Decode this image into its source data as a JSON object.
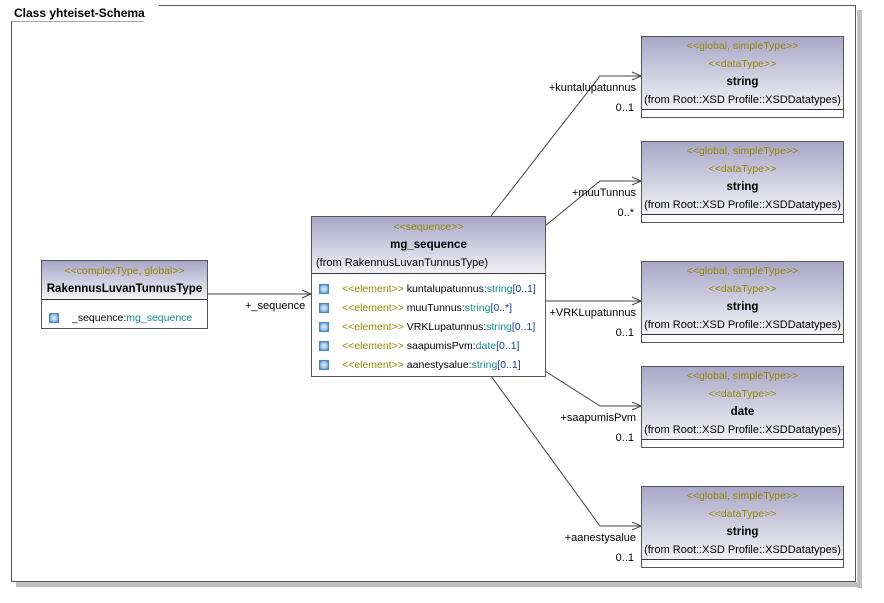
{
  "diagram": {
    "title": "Class yhteiset-Schema"
  },
  "complex_type": {
    "stereotype": "<<complexType, global>>",
    "name": "RakennusLuvanTunnusType",
    "attribute": {
      "name": "_sequence:",
      "type": "mg_sequence"
    }
  },
  "sequence": {
    "stereotype": "<<sequence>>",
    "name": "mg_sequence",
    "from": "(from RakennusLuvanTunnusType)",
    "elements": [
      {
        "kw": "<<element>>",
        "name": " kuntalupatunnus:",
        "type": "string",
        "mult": "[0..1]"
      },
      {
        "kw": "<<element>>",
        "name": " muuTunnus:",
        "type": "string",
        "mult": "[0..*]"
      },
      {
        "kw": "<<element>>",
        "name": " VRKLupatunnus:",
        "type": "string",
        "mult": "[0..1]"
      },
      {
        "kw": "<<element>>",
        "name": " saapumisPvm:",
        "type": "date",
        "mult": "[0..1]"
      },
      {
        "kw": "<<element>>",
        "name": " aanestysalue:",
        "type": "string",
        "mult": "[0..1]"
      }
    ]
  },
  "association": {
    "role": "+_sequence"
  },
  "datatypes": [
    {
      "stereo1": "<<global, simpleType>>",
      "stereo2": "<<dataType>>",
      "name": "string",
      "from": "(from Root::XSD Profile::XSDDatatypes)",
      "role": "+kuntalupatunnus",
      "mult": "0..1"
    },
    {
      "stereo1": "<<global, simpleType>>",
      "stereo2": "<<dataType>>",
      "name": "string",
      "from": "(from Root::XSD Profile::XSDDatatypes)",
      "role": "+muuTunnus",
      "mult": "0..*"
    },
    {
      "stereo1": "<<global, simpleType>>",
      "stereo2": "<<dataType>>",
      "name": "string",
      "from": "(from Root::XSD Profile::XSDDatatypes)",
      "role": "+VRKLupatunnus",
      "mult": "0..1"
    },
    {
      "stereo1": "<<global, simpleType>>",
      "stereo2": "<<dataType>>",
      "name": "date",
      "from": "(from Root::XSD Profile::XSDDatatypes)",
      "role": "+saapumisPvm",
      "mult": "0..1"
    },
    {
      "stereo1": "<<global, simpleType>>",
      "stereo2": "<<dataType>>",
      "name": "string",
      "from": "(from Root::XSD Profile::XSDDatatypes)",
      "role": "+aanestysalue",
      "mult": "0..1"
    }
  ]
}
